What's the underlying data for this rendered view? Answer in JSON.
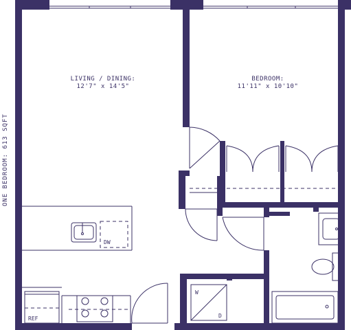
{
  "plan": {
    "side_title": "ONE BEDROOM: 613 SQFT",
    "rooms": {
      "living": {
        "name": "LIVING / DINING:",
        "dims": "12'7\" x 14'5\""
      },
      "bedroom": {
        "name": "BEDROOM:",
        "dims": "11'11\" x 10'10\""
      }
    },
    "appliances": {
      "dishwasher": "DW",
      "refrigerator": "REF",
      "washer": "W",
      "dryer": "D"
    }
  },
  "colors": {
    "wall": "#3b3166",
    "background": "#ffffff"
  }
}
